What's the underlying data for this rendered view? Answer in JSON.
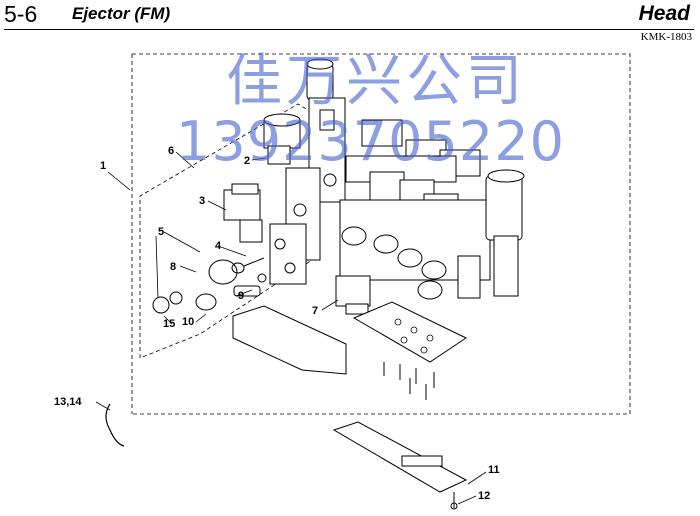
{
  "header": {
    "section_number": "5-6",
    "section_title": "Ejector (FM)",
    "head_label": "Head",
    "model_code": "KMK-1803"
  },
  "callouts": {
    "c1": "1",
    "c2": "2",
    "c3": "3",
    "c4": "4",
    "c5": "5",
    "c6": "6",
    "c7": "7",
    "c8": "8",
    "c9": "9",
    "c10": "10",
    "c11": "11",
    "c12": "12",
    "c13_14": "13,14",
    "c15": "15"
  },
  "watermark": {
    "company": "佳万兴公司",
    "phone": "13923705220"
  }
}
